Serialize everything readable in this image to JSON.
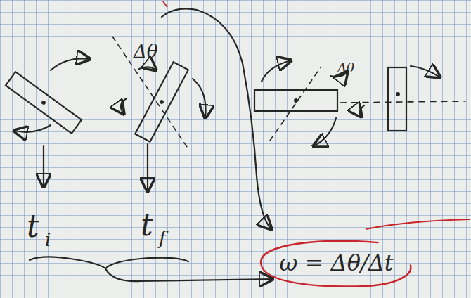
{
  "diagram": {
    "nodes": [
      {
        "text": [
          "ω = Δθ/Δt"
        ]
      }
    ],
    "labels": [
      "Δθ",
      "Δθ",
      "t",
      "i",
      "t",
      "f"
    ]
  }
}
